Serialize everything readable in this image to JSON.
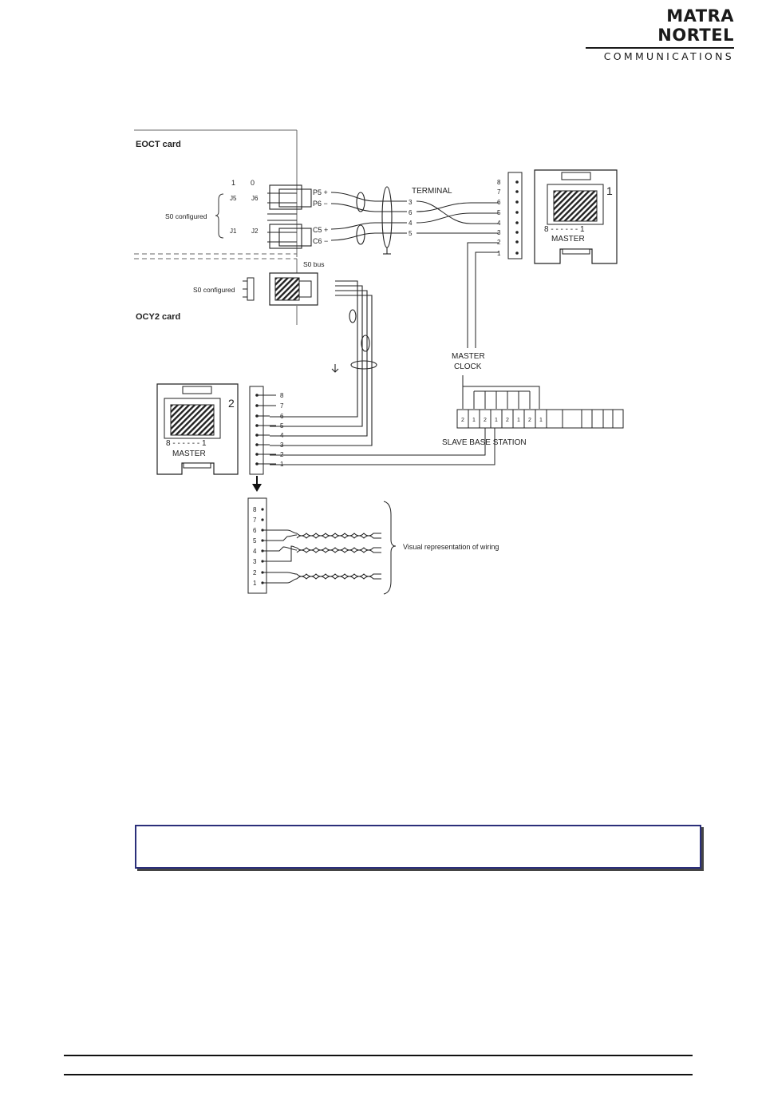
{
  "header": {
    "brand_line1": "MATRA NORTEL",
    "brand_line2": "COMMUNICATIONS"
  },
  "diagram": {
    "eoct_card": "EOCT card",
    "ocy2_card": "OCY2 card",
    "s0_configured_top": "S0 configured",
    "s0_configured_bottom": "S0 configured",
    "s0_bus": "S0 bus",
    "jumper_j1": "J1",
    "jumper_j2": "J2",
    "jumper_j5": "J5",
    "jumper_j6": "J6",
    "col_1": "1",
    "col_0": "0",
    "p5": "P5 +",
    "p6": "P6 −",
    "c5": "C5 +",
    "c6": "C6 −",
    "terminal": "TERMINAL",
    "terminal_pins": [
      "3",
      "6",
      "4",
      "5"
    ],
    "block_top_pins": [
      "8",
      "7",
      "6",
      "5",
      "4",
      "3",
      "2",
      "1"
    ],
    "block_left_pins": [
      "8",
      "7",
      "6",
      "5",
      "4",
      "3",
      "2",
      "1"
    ],
    "block_bottom_pins": [
      "8",
      "7",
      "6",
      "5",
      "4",
      "3",
      "2",
      "1"
    ],
    "jack1_number": "1",
    "jack2_number": "2",
    "jack_pins": "8 - - - - - - 1",
    "master": "MASTER",
    "master_clock_line1": "MASTER",
    "master_clock_line2": "CLOCK",
    "slave_base_station": "SLAVE BASE STATION",
    "slave_pins": [
      "2",
      "1",
      "2",
      "1",
      "2",
      "1",
      "2",
      "1"
    ],
    "visual_representation": "Visual representation of wiring"
  }
}
